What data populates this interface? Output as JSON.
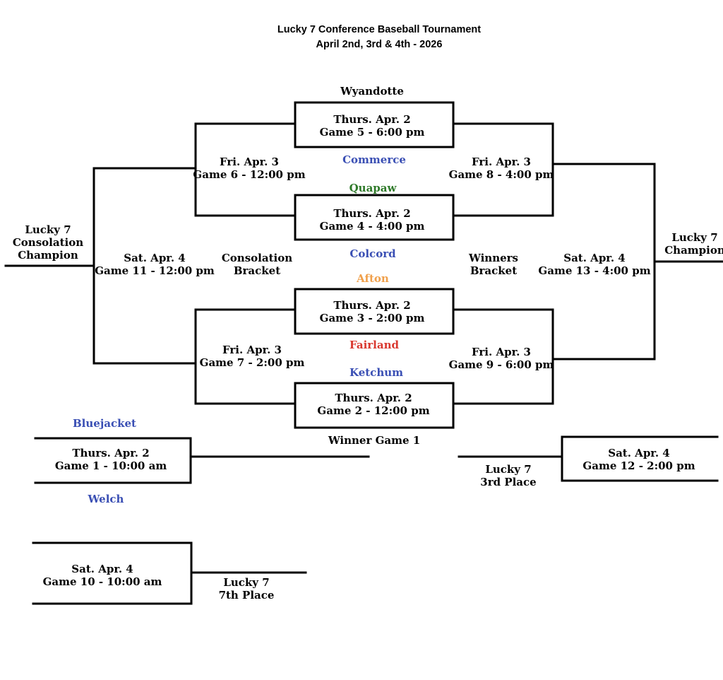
{
  "title": "Lucky 7 Conference Baseball Tournament",
  "subtitle": "April 2nd, 3rd & 4th - 2026",
  "colors": {
    "blue": "#3a4fb4",
    "green": "#2f7a2a",
    "orange": "#f0a04b",
    "red": "#d9382f",
    "black": "#000000"
  },
  "teams": {
    "wyandotte": {
      "name": "Wyandotte",
      "color": "#000000"
    },
    "commerce": {
      "name": "Commerce",
      "color": "#3a4fb4"
    },
    "quapaw": {
      "name": "Quapaw",
      "color": "#2f7a2a"
    },
    "colcord": {
      "name": "Colcord",
      "color": "#3a4fb4"
    },
    "afton": {
      "name": "Afton",
      "color": "#f0a04b"
    },
    "fairland": {
      "name": "Fairland",
      "color": "#d9382f"
    },
    "ketchum": {
      "name": "Ketchum",
      "color": "#3a4fb4"
    },
    "bluejacket": {
      "name": "Bluejacket",
      "color": "#3a4fb4"
    },
    "welch": {
      "name": "Welch",
      "color": "#3a4fb4"
    },
    "winner_game1": {
      "name": "Winner Game 1",
      "color": "#000000"
    }
  },
  "games": {
    "g1": {
      "date": "Thurs. Apr. 2",
      "game": "Game 1 - 10:00 am"
    },
    "g2": {
      "date": "Thurs. Apr. 2",
      "game": "Game 2 - 12:00 pm"
    },
    "g3": {
      "date": "Thurs. Apr. 2",
      "game": "Game 3 - 2:00 pm"
    },
    "g4": {
      "date": "Thurs. Apr. 2",
      "game": "Game 4 - 4:00 pm"
    },
    "g5": {
      "date": "Thurs. Apr. 2",
      "game": "Game 5 - 6:00 pm"
    },
    "g6": {
      "date": "Fri. Apr. 3",
      "game": "Game 6 - 12:00 pm"
    },
    "g7": {
      "date": "Fri. Apr. 3",
      "game": "Game 7 - 2:00 pm"
    },
    "g8": {
      "date": "Fri. Apr. 3",
      "game": "Game 8 - 4:00 pm"
    },
    "g9": {
      "date": "Fri. Apr. 3",
      "game": "Game 9 - 6:00 pm"
    },
    "g10": {
      "date": "Sat. Apr. 4",
      "game": "Game 10 - 10:00 am"
    },
    "g11": {
      "date": "Sat. Apr. 4",
      "game": "Game 11 - 12:00 pm"
    },
    "g12": {
      "date": "Sat. Apr. 4",
      "game": "Game 12 - 2:00 pm"
    },
    "g13": {
      "date": "Sat. Apr. 4",
      "game": "Game 13 - 4:00 pm"
    }
  },
  "brackets": {
    "consolation": [
      "Consolation",
      "Bracket"
    ],
    "winners": [
      "Winners",
      "Bracket"
    ]
  },
  "results": {
    "consolation_champion": [
      "Lucky 7",
      "Consolation",
      "Champion"
    ],
    "champion": [
      "Lucky 7",
      "Champion"
    ],
    "third_place": [
      "Lucky 7",
      "3rd Place"
    ],
    "seventh_place": [
      "Lucky 7",
      "7th Place"
    ]
  }
}
